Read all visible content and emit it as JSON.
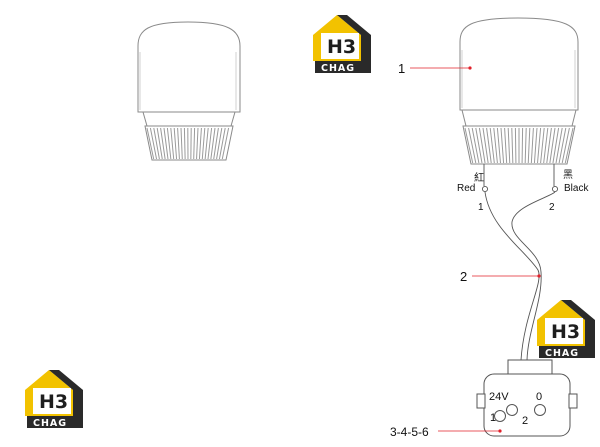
{
  "callouts": {
    "c1": "1",
    "c2": "2",
    "c3": "3-4-5-6"
  },
  "wires": {
    "red_cn": "紅",
    "red_en": "Red",
    "red_num": "1",
    "black_cn": "黑",
    "black_en": "Black",
    "black_num": "2"
  },
  "connector": {
    "voltage": "24V",
    "zero": "0",
    "pin1": "1",
    "pin2": "2"
  },
  "logo": {
    "mark": "H3",
    "name": "CHAG"
  },
  "colors": {
    "logo_yellow": "#f2c200",
    "logo_dark": "#2a2a2a",
    "leader_red": "#e0202a",
    "line": "#555555"
  }
}
